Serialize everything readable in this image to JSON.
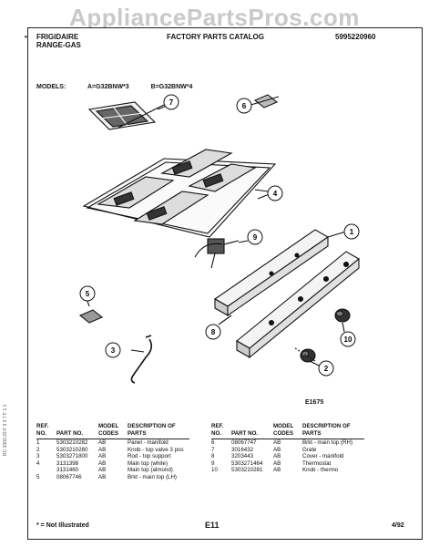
{
  "watermark": "AppliancePartsPros.com",
  "header": {
    "brand": "FRIGIDAIRE",
    "product": "RANGE-GAS",
    "catalog": "FACTORY PARTS CATALOG",
    "number": "5995220960",
    "bullet": "•"
  },
  "models": {
    "label": "MODELS:",
    "a": "A=G32BNW*3",
    "b": "B=G32BNW*4"
  },
  "callouts": [
    "7",
    "6",
    "4",
    "9",
    "1",
    "5",
    "8",
    "10",
    "3",
    "2"
  ],
  "figure_code": "E1675",
  "table_headers": {
    "ref": "REF. NO.",
    "part": "PART NO.",
    "model": "MODEL CODES",
    "desc": "DESCRIPTION OF PARTS"
  },
  "parts_left": [
    {
      "ref": "1",
      "part": "5303210282",
      "model": "AB",
      "desc": "Panel - manifold"
    },
    {
      "ref": "2",
      "part": "5303210280",
      "model": "AB",
      "desc": "Knob - top valve 3 pos"
    },
    {
      "ref": "3",
      "part": "5303271800",
      "model": "AB",
      "desc": "Rod - top support"
    },
    {
      "ref": "4",
      "part": "3131398",
      "model": "AB",
      "desc": "Main top (white)"
    },
    {
      "ref": "",
      "part": "3131460",
      "model": "AB",
      "desc": "Main top (almond)"
    },
    {
      "ref": "5",
      "part": "08067746",
      "model": "AB",
      "desc": "Brkt - main top (LH)"
    }
  ],
  "parts_right": [
    {
      "ref": "6",
      "part": "08067747",
      "model": "AB",
      "desc": "Brkt - main top (RH)"
    },
    {
      "ref": "7",
      "part": "3016432",
      "model": "AB",
      "desc": "Grate"
    },
    {
      "ref": "8",
      "part": "3203443",
      "model": "AB",
      "desc": "Cover - manifold"
    },
    {
      "ref": "9",
      "part": "5303271464",
      "model": "AB",
      "desc": "Thermostat"
    },
    {
      "ref": "10",
      "part": "5303210281",
      "model": "AB",
      "desc": "Knob - thermo"
    }
  ],
  "footer": {
    "note": "* = Not Illustrated",
    "page": "E11",
    "date": "4/92"
  },
  "side_text": "RC 3300 23 F 3 3 7   F 1 1"
}
